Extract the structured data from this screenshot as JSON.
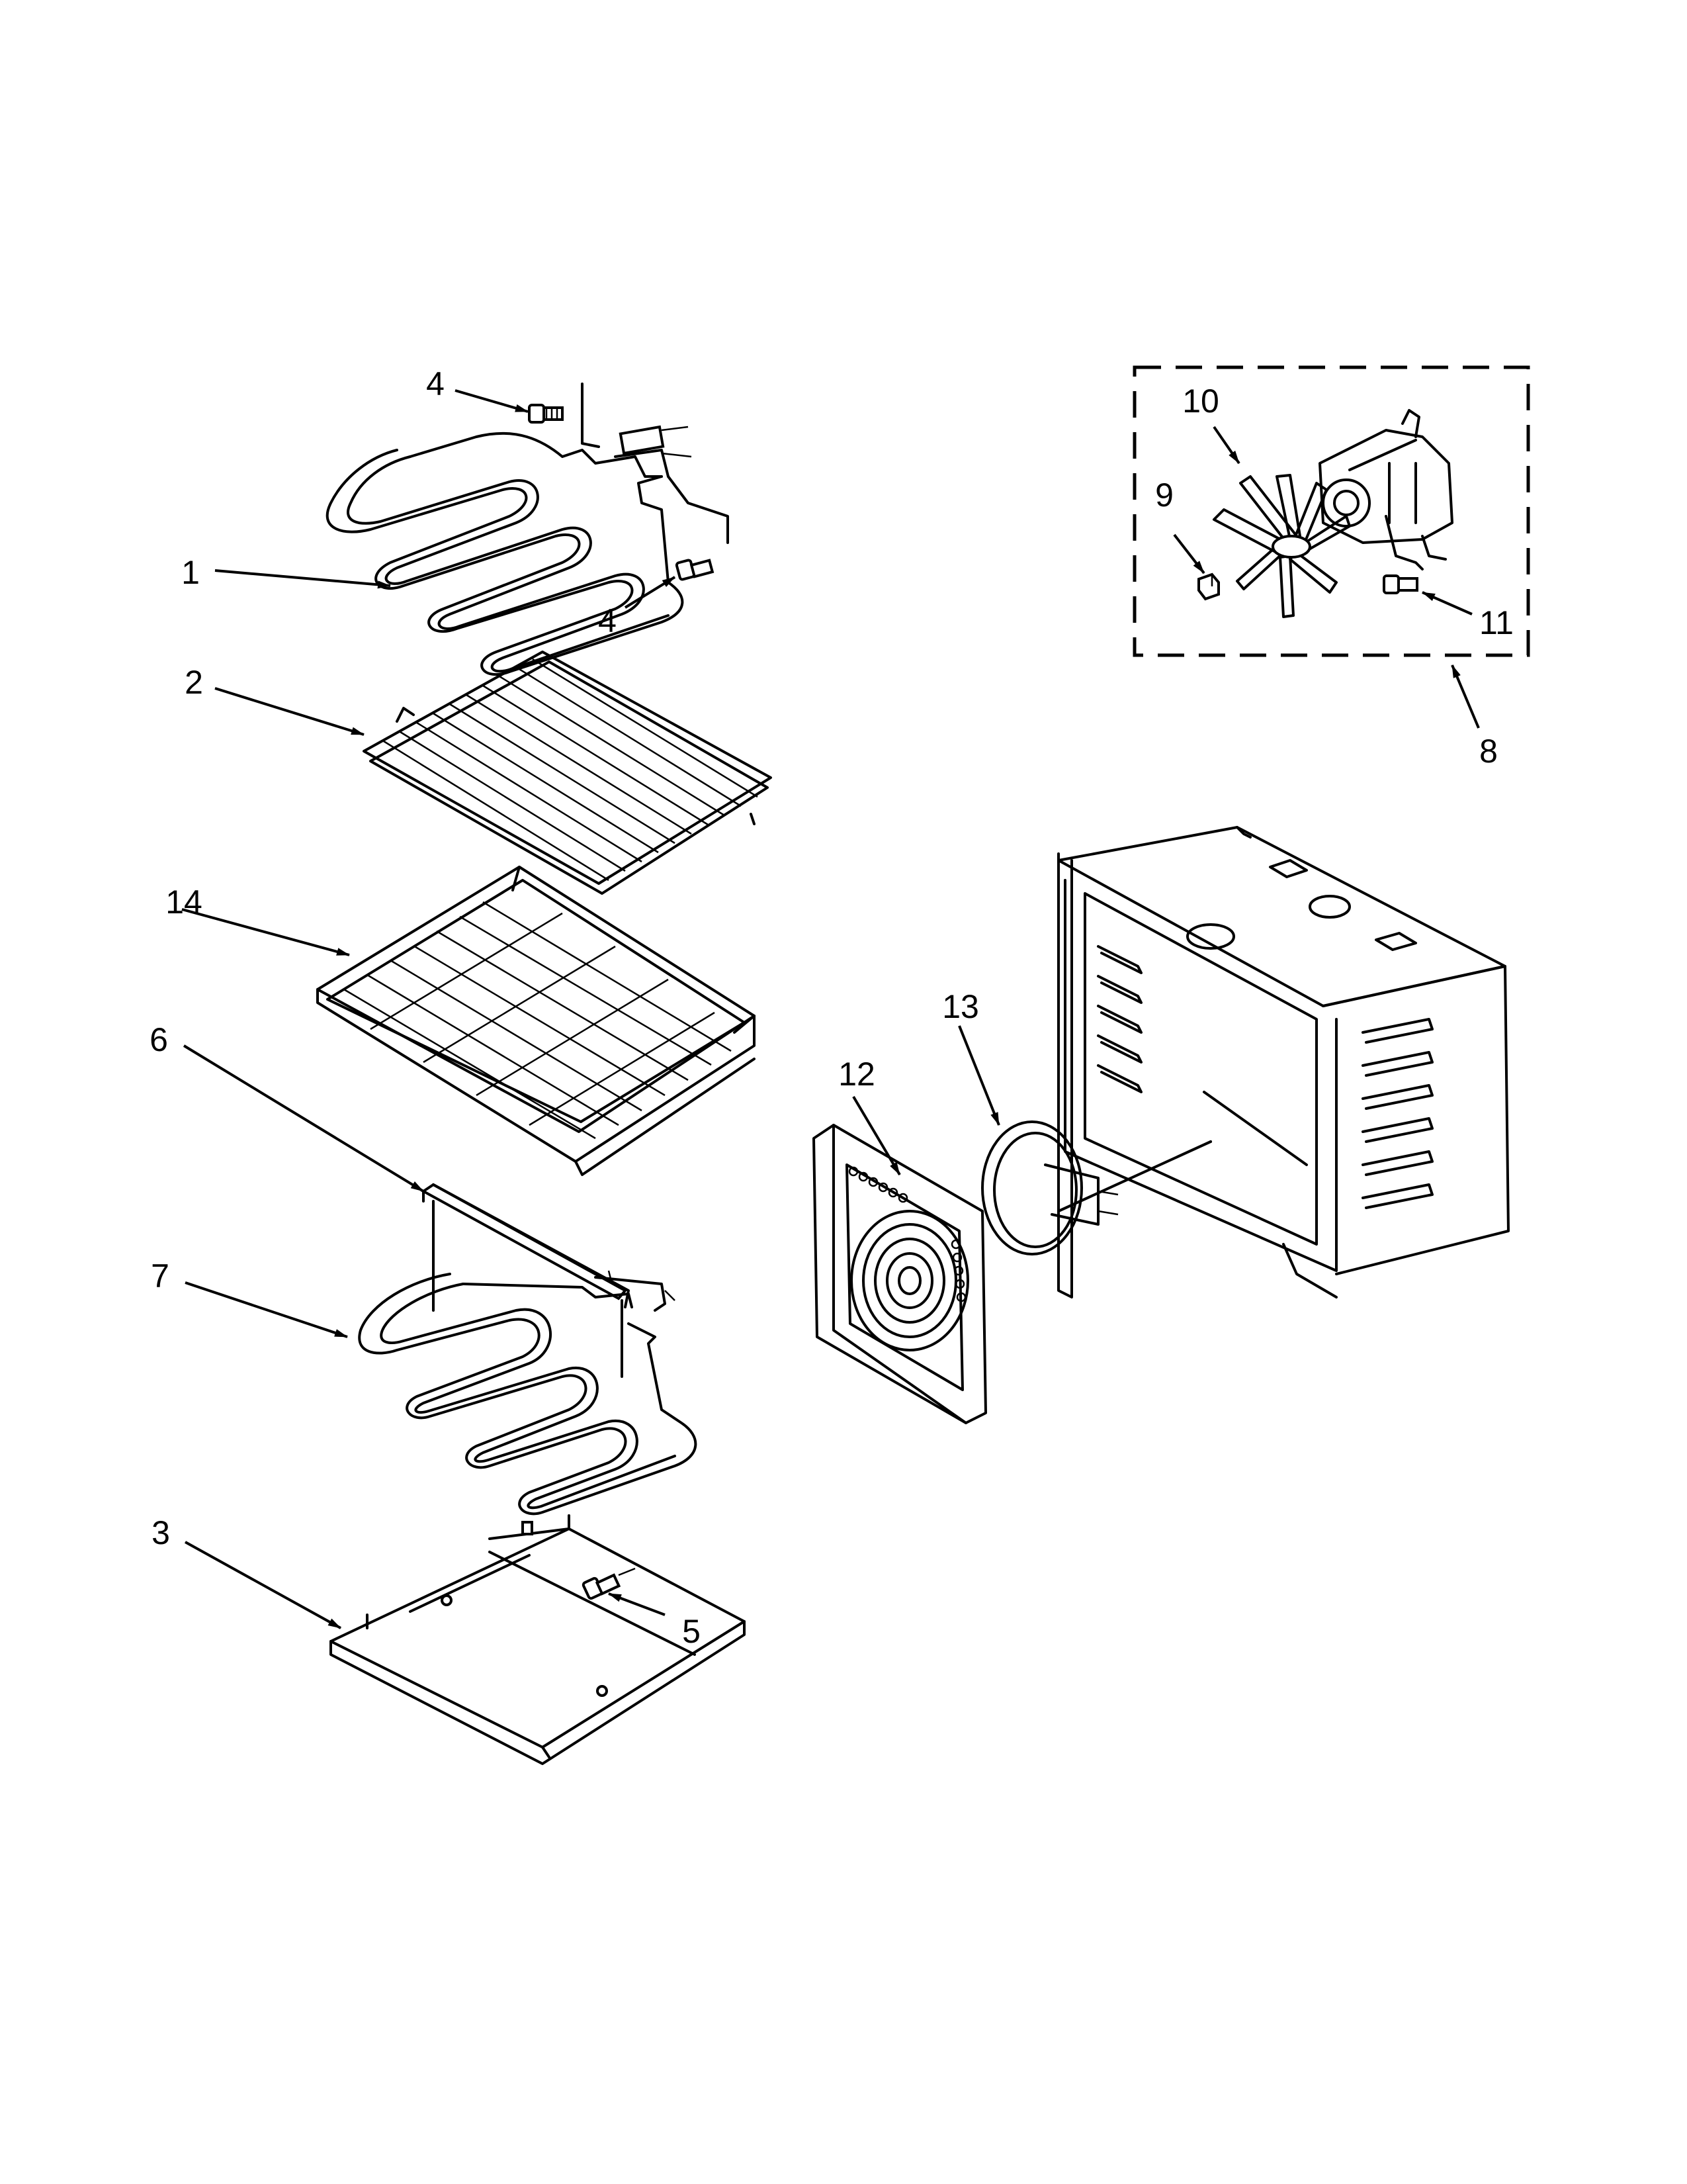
{
  "diagram": {
    "callouts": {
      "c1": "1",
      "c2": "2",
      "c3": "3",
      "c4a": "4",
      "c4b": "4",
      "c5": "5",
      "c6": "6",
      "c7": "7",
      "c8": "8",
      "c9": "9",
      "c10": "10",
      "c11": "11",
      "c12": "12",
      "c13": "13",
      "c14": "14"
    }
  }
}
